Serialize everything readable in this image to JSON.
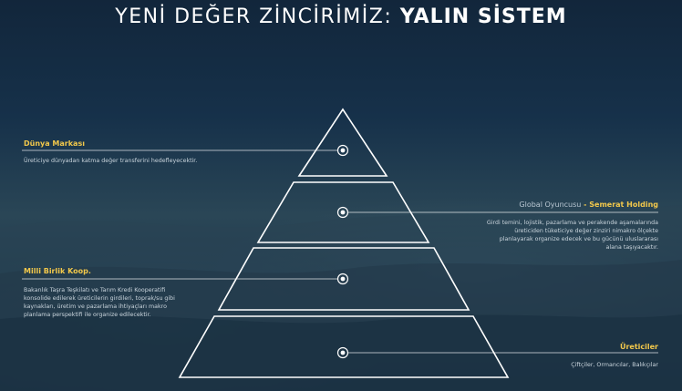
{
  "title": {
    "regular": "YENİ DEĞER ZİNCİRİMİZ:",
    "bold": "YALIN SİSTEM"
  },
  "levels": [
    {
      "label": "Dünya Markası",
      "description": "Üreticiye dünyadan katma değer transferini hedefleyecektir."
    },
    {
      "label_prefix": "Global Oyuncusu",
      "label": "- Semerat Holding",
      "description": "Girdi temini, lojistik, pazarlama ve perakende aşamalarında üreticiden tüketiciye değer zinziri nimakro ölçekte planlayarak organize edecek ve bu gücünü uluslararası alana taşıyacaktır."
    },
    {
      "label": "Milli Birlik Koop.",
      "description": "Bakanlık Taşra Teşkilatı ve Tarım Kredi Kooperatifi konsolide edilerek üreticilerin girdileri, toprak/su gibi kaynakları, üretim ve pazarlama ihtiyaçları makro planlama perspektifi ile organize edilecektir."
    },
    {
      "label": "Üreticiler",
      "description": "Çiftçiler, Ormancılar, Balıkçılar"
    }
  ],
  "colors": {
    "accent": "#f2c84b",
    "text": "#c9d4dc",
    "line": "#ffffff"
  }
}
